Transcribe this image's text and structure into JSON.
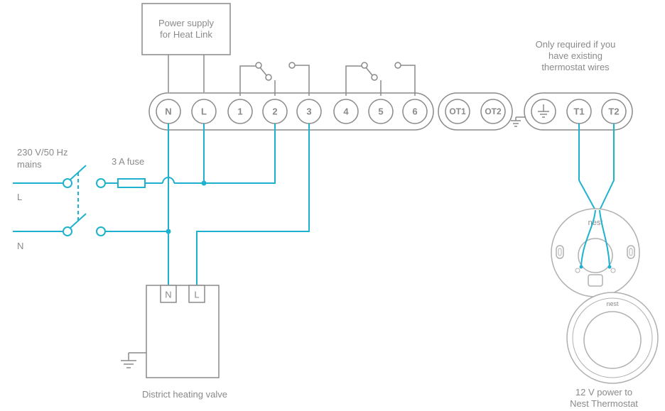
{
  "power_supply_label": "Power supply\nfor Heat Link",
  "only_required_note": "Only required if you\nhave existing\nthermostat wires",
  "mains_label": "230 V/50 Hz\nmains",
  "fuse_label": "3 A fuse",
  "line_L_label": "L",
  "line_N_label": "N",
  "heat_link_terminals": [
    "N",
    "L",
    "1",
    "2",
    "3",
    "4",
    "5",
    "6"
  ],
  "opentherm_terminals": [
    "OT1",
    "OT2"
  ],
  "thermostat_terminals": [
    "T1",
    "T2"
  ],
  "valve_terminals": [
    "N",
    "L"
  ],
  "valve_label": "District heating valve",
  "thermostat_power_label": "12 V power to\nNest Thermostat",
  "nest_logo_text": "nest",
  "colors": {
    "wire": "#1eb2cf",
    "outline": "#8a8a8a"
  }
}
